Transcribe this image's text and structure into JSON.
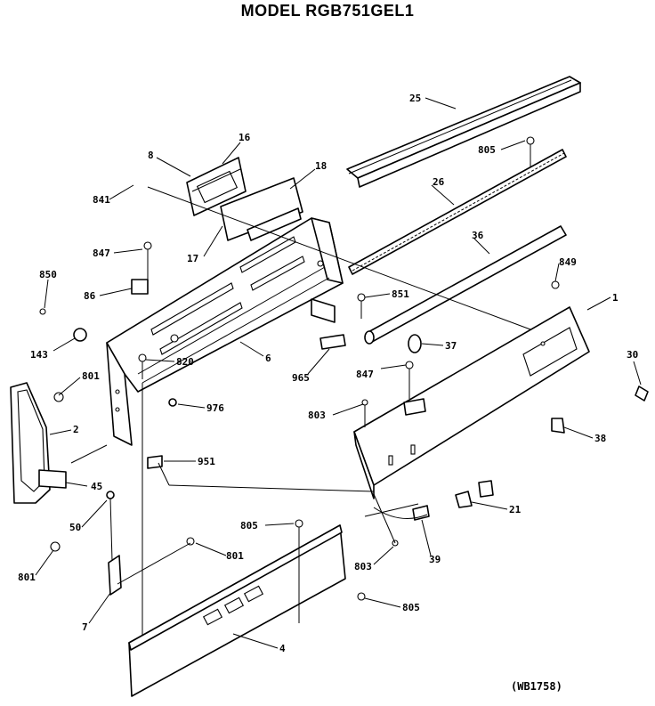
{
  "header": {
    "title": "MODEL RGB751GEL1"
  },
  "footer": {
    "drawing_code": "(WB1758)"
  },
  "labels": {
    "p25": "25",
    "p805a": "805",
    "p8": "8",
    "p16": "16",
    "p18": "18",
    "p841": "841",
    "p26": "26",
    "p17": "17",
    "p847a": "847",
    "p36": "36",
    "p849": "849",
    "p850": "850",
    "p86": "86",
    "p851": "851",
    "p1": "1",
    "p143": "143",
    "p37": "37",
    "p820": "820",
    "p6": "6",
    "p30": "30",
    "p801a": "801",
    "p965": "965",
    "p847b": "847",
    "p976": "976",
    "p803a": "803",
    "p2": "2",
    "p38": "38",
    "p951": "951",
    "p45": "45",
    "p21": "21",
    "p50": "50",
    "p805b": "805",
    "p801b": "801",
    "p801c": "801",
    "p803b": "803",
    "p39": "39",
    "p805c": "805",
    "p7": "7",
    "p4": "4"
  }
}
